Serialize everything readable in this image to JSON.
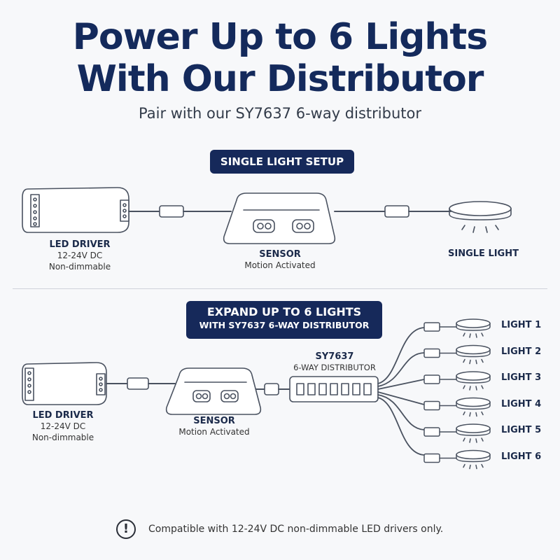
{
  "header": {
    "title_line1": "Power Up to 6 Lights",
    "title_line2": "With Our Distributor",
    "subtitle": "Pair with our SY7637 6-way distributor"
  },
  "single_setup": {
    "banner": "SINGLE LIGHT SETUP",
    "driver": {
      "title": "LED DRIVER",
      "line1": "12-24V DC",
      "line2": "Non-dimmable"
    },
    "sensor": {
      "title": "SENSOR",
      "line1": "Motion Activated"
    },
    "light": {
      "title": "SINGLE LIGHT"
    }
  },
  "expand_setup": {
    "banner_line1": "EXPAND UP TO 6 LIGHTS",
    "banner_line2": "WITH SY7637 6-WAY DISTRIBUTOR",
    "driver": {
      "title": "LED DRIVER",
      "line1": "12-24V DC",
      "line2": "Non-dimmable"
    },
    "sensor": {
      "title": "SENSOR",
      "line1": "Motion Activated"
    },
    "distributor": {
      "title": "SY7637",
      "line1": "6-WAY DISTRIBUTOR"
    },
    "lights": [
      "LIGHT 1",
      "LIGHT 2",
      "LIGHT 3",
      "LIGHT 4",
      "LIGHT 5",
      "LIGHT 6"
    ]
  },
  "footer": {
    "icon": "exclamation-circle-icon",
    "note": "Compatible with 12-24V DC non-dimmable LED drivers only."
  },
  "colors": {
    "navy": "#16295a",
    "title": "#142a5c",
    "line": "#4a5260"
  }
}
